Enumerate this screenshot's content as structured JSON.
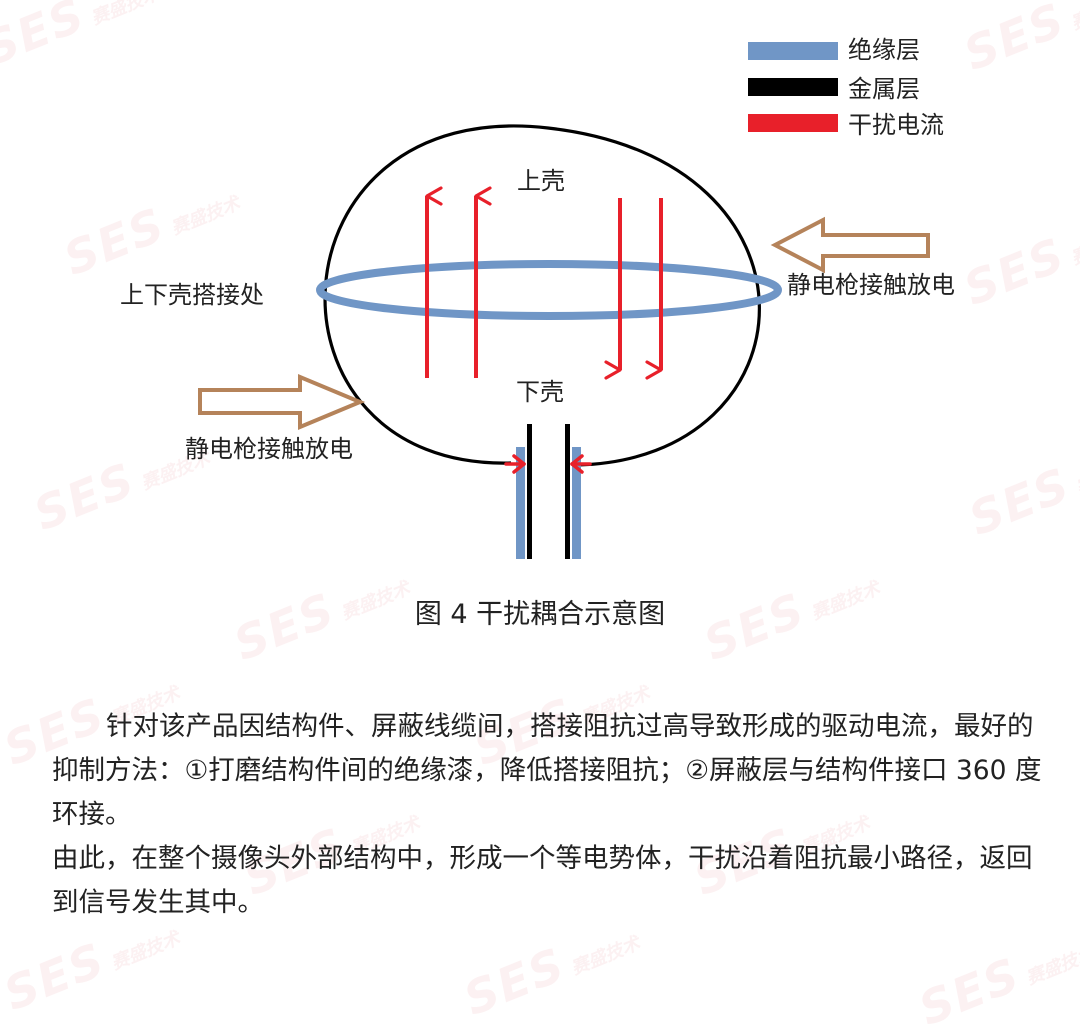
{
  "legend": {
    "items": [
      {
        "label": "绝缘层",
        "color": "#7096c6"
      },
      {
        "label": "金属层",
        "color": "#000000"
      },
      {
        "label": "干扰电流",
        "color": "#e8202a"
      }
    ]
  },
  "diagram_labels": {
    "upper_shell": "上壳",
    "lower_shell": "下壳",
    "joint": "上下壳搭接处",
    "esd_right": "静电枪接触放电",
    "esd_left": "静电枪接触放电"
  },
  "colors": {
    "insulation": "#7096c6",
    "metal": "#000000",
    "current": "#e8202a",
    "esd_arrow": "#b5835a"
  },
  "caption": "图  4 干扰耦合示意图",
  "paragraphs": {
    "p1": "针对该产品因结构件、屏蔽线缆间，搭接阻抗过高导致形成的驱动电流，最好的抑制方法：①打磨结构件间的绝缘漆，降低搭接阻抗；②屏蔽层与结构件接口 360 度环接。",
    "p2": "由此，在整个摄像头外部结构中，形成一个等电势体，干扰沿着阻抗最小路径，返回到信号发生其中。"
  },
  "watermark": {
    "brand": "SES",
    "sub": "赛盛技术"
  }
}
